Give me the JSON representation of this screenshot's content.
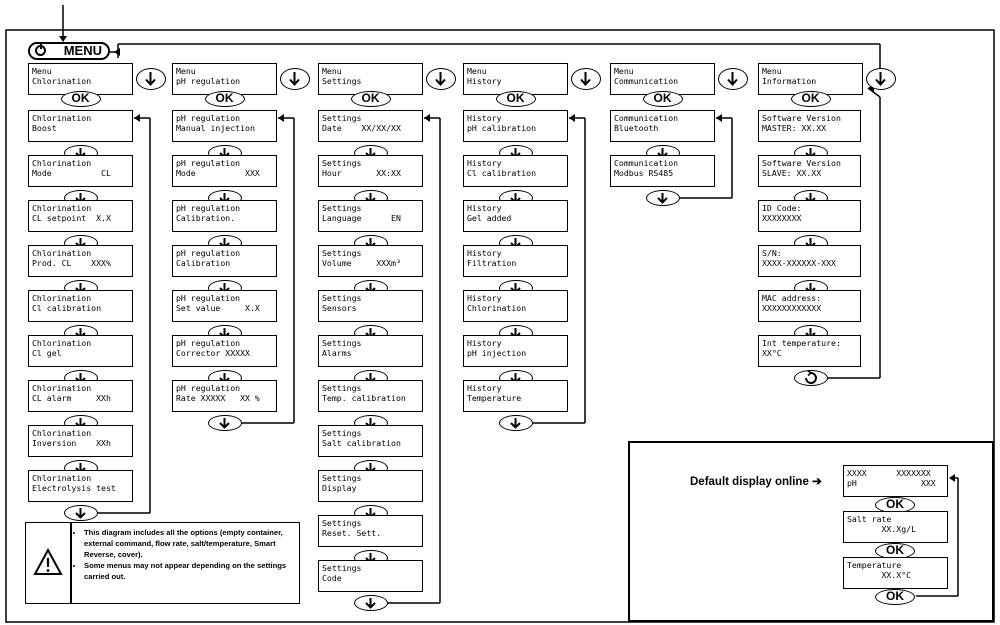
{
  "menu_button": "MENU",
  "ok_label": "OK",
  "columns": [
    {
      "header": [
        "Menu",
        "Chlorination"
      ],
      "items": [
        [
          "Chlorination",
          "Boost"
        ],
        [
          "Chlorination",
          "Mode          CL"
        ],
        [
          "Chlorination",
          "CL setpoint  X.X"
        ],
        [
          "Chlorination",
          "Prod. CL    XXX%"
        ],
        [
          "Chlorination",
          "Cl calibration"
        ],
        [
          "Chlorination",
          "Cl gel"
        ],
        [
          "Chlorination",
          "CL alarm     XXh"
        ],
        [
          "Chlorination",
          "Inversion    XXh"
        ],
        [
          "Chlorination",
          "Electrolysis test"
        ]
      ]
    },
    {
      "header": [
        "Menu",
        "pH regulation"
      ],
      "items": [
        [
          "pH regulation",
          "Manual injection"
        ],
        [
          "pH regulation",
          "Mode          XXX"
        ],
        [
          "pH regulation",
          "Calibration."
        ],
        [
          "pH regulation",
          "Calibration"
        ],
        [
          "pH regulation",
          "Set value     X.X"
        ],
        [
          "pH regulation",
          "Corrector XXXXX"
        ],
        [
          "pH regulation",
          "Rate XXXXX   XX %"
        ]
      ]
    },
    {
      "header": [
        "Menu",
        "Settings"
      ],
      "items": [
        [
          "Settings",
          "Date    XX/XX/XX"
        ],
        [
          "Settings",
          "Hour       XX:XX"
        ],
        [
          "Settings",
          "Language      EN"
        ],
        [
          "Settings",
          "Volume     XXXm³"
        ],
        [
          "Settings",
          "Sensors"
        ],
        [
          "Settings",
          "Alarms"
        ],
        [
          "Settings",
          "Temp. calibration"
        ],
        [
          "Settings",
          "Salt calibration"
        ],
        [
          "Settings",
          "Display"
        ],
        [
          "Settings",
          "Reset. Sett."
        ],
        [
          "Settings",
          "Code"
        ]
      ]
    },
    {
      "header": [
        "Menu",
        "History"
      ],
      "items": [
        [
          "History",
          "pH calibration"
        ],
        [
          "History",
          "Cl calibration"
        ],
        [
          "History",
          "Gel added"
        ],
        [
          "History",
          "Filtration"
        ],
        [
          "History",
          "Chlorination"
        ],
        [
          "History",
          "pH injection"
        ],
        [
          "History",
          "Temperature"
        ]
      ]
    },
    {
      "header": [
        "Menu",
        "Communication"
      ],
      "items": [
        [
          "Communication",
          "Bluetooth"
        ],
        [
          "Communication",
          "Modbus RS485"
        ]
      ]
    },
    {
      "header": [
        "Menu",
        "Information"
      ],
      "items": [
        [
          "Software Version",
          "MASTER: XX.XX"
        ],
        [
          "Software Version",
          "SLAVE: XX.XX"
        ],
        [
          "ID Code:",
          "XXXXXXXX"
        ],
        [
          "S/N:",
          "XXXX-XXXXXX-XXX"
        ],
        [
          "MAC address:",
          "XXXXXXXXXXXX"
        ],
        [
          "Int temperature:",
          "XX°C"
        ]
      ]
    }
  ],
  "default_display": {
    "label": "Default display online",
    "arrow": "➔",
    "screens": [
      [
        "XXXX      XXXXXXX",
        "pH             XXX"
      ],
      [
        "Salt rate",
        "       XX.Xg/L"
      ],
      [
        "Temperature",
        "       XX.X°C"
      ]
    ]
  },
  "notes": [
    "This diagram includes all the options (empty container, external command, flow rate, salt/temperature, Smart Reverse, cover).",
    "Some menus may not appear depending on the settings carried out."
  ],
  "icons": {
    "power": "power-icon",
    "down_arrow": "arrow-down-icon",
    "right_arrow": "arrow-right-icon",
    "return": "return-icon",
    "warning": "warning-icon"
  }
}
